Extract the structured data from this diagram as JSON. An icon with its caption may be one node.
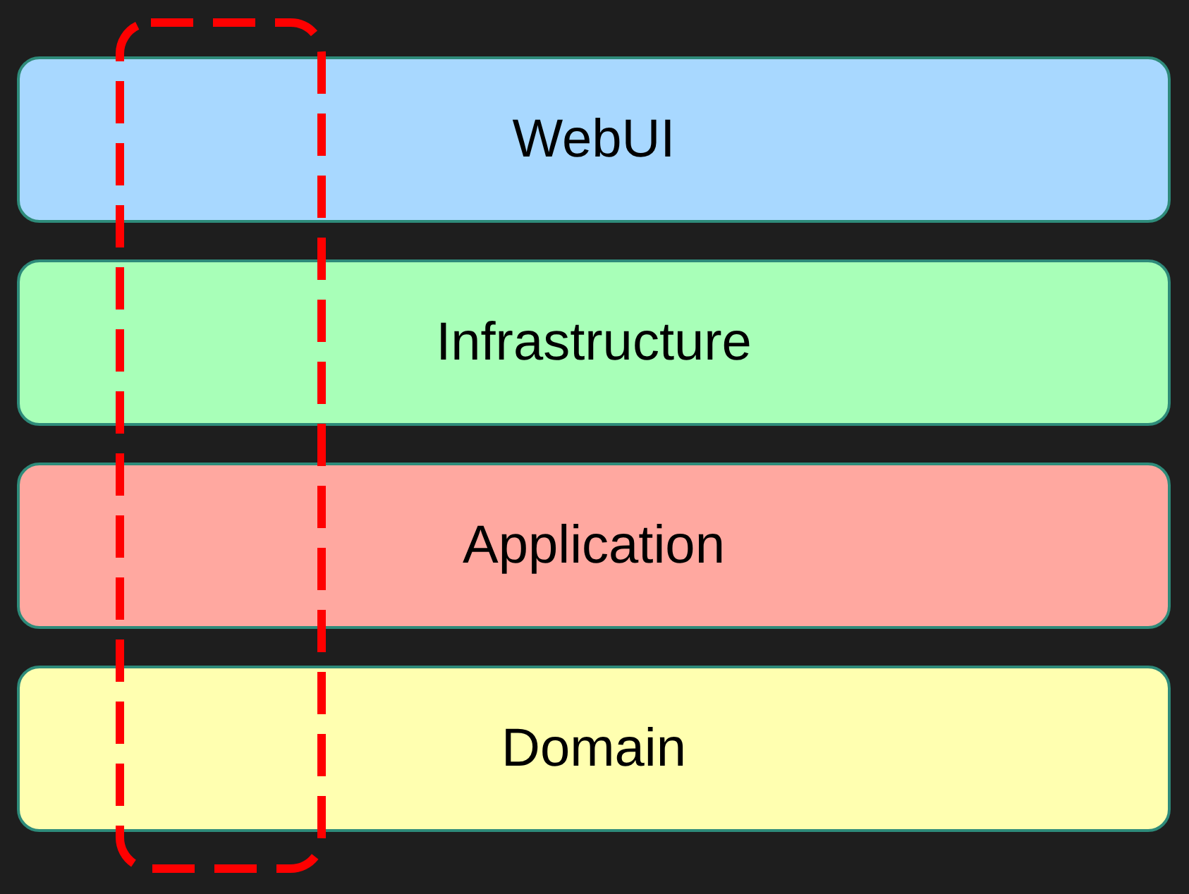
{
  "diagram": {
    "nodes": [
      {
        "text": [
          "WebUI"
        ]
      },
      {
        "text": [
          "Infrastructure"
        ]
      },
      {
        "text": [
          "Application"
        ]
      },
      {
        "text": [
          "Domain"
        ]
      },
      {
        "text": [],
        "shape": "box"
      }
    ]
  }
}
